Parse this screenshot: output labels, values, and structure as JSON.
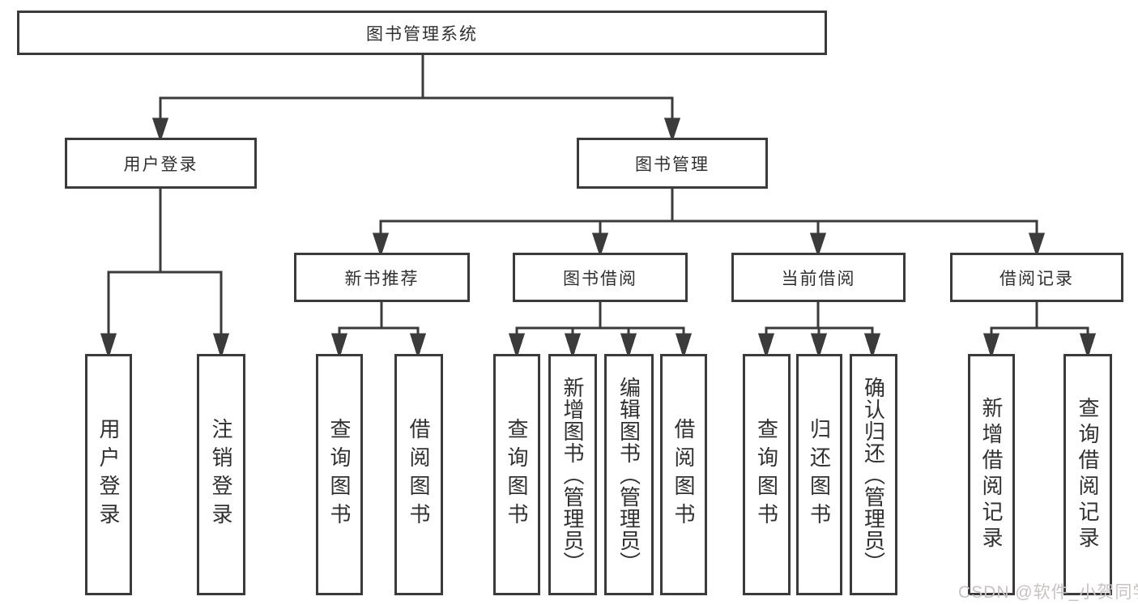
{
  "diagram": {
    "root": {
      "label": "图书管理系统"
    },
    "level2": [
      {
        "label": "用户登录"
      },
      {
        "label": "图书管理"
      }
    ],
    "level3": [
      {
        "label": "新书推荐"
      },
      {
        "label": "图书借阅"
      },
      {
        "label": "当前借阅"
      },
      {
        "label": "借阅记录"
      }
    ],
    "leaves": {
      "user_login": [
        "用户登录",
        "注销登录"
      ],
      "new_books": [
        "查询图书",
        "借阅图书"
      ],
      "book_borrow": [
        "查询图书",
        "新增图书（管理员）",
        "编辑图书（管理员）",
        "借阅图书"
      ],
      "current_borrow": [
        "查询图书",
        "归还图书",
        "确认归还（管理员）"
      ],
      "borrow_records": [
        "新增借阅记录",
        "查询借阅记录"
      ]
    },
    "colors": {
      "line": "#3b3b3b",
      "text": "#303030",
      "background": "#ffffff",
      "watermark": "#c9c2c2"
    }
  },
  "watermark": {
    "text": "CSDN @软件_小贺同学"
  }
}
